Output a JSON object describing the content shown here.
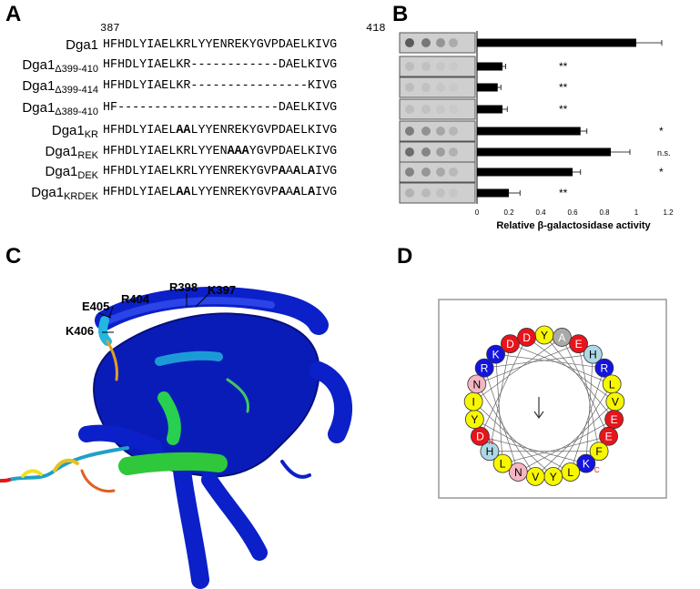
{
  "panels": {
    "a": "A",
    "b": "B",
    "c": "C",
    "d": "D"
  },
  "panelA": {
    "pos_start": "387",
    "pos_end": "418",
    "rows": [
      {
        "name": "Dga1",
        "sub": "",
        "seq": [
          [
            "HFHDLYIAELKRLYYENREKYGVPDAELKIVG",
            false
          ]
        ]
      },
      {
        "name": "Dga1",
        "sub": "Δ399-410",
        "seq": [
          [
            "HFHDLYIAELKR------------DAELKIVG",
            false
          ]
        ]
      },
      {
        "name": "Dga1",
        "sub": "Δ399-414",
        "seq": [
          [
            "HFHDLYIAELKR----------------KIVG",
            false
          ]
        ]
      },
      {
        "name": "Dga1",
        "sub": "Δ389-410",
        "seq": [
          [
            "HF----------------------DAELKIVG",
            false
          ]
        ]
      },
      {
        "name": "Dga1",
        "sub": "KR",
        "seq": [
          [
            "HFHDLYIAEL",
            false
          ],
          [
            "AA",
            true
          ],
          [
            "LYYENREKYGVPDAELKIVG",
            false
          ]
        ]
      },
      {
        "name": "Dga1",
        "sub": "REK",
        "seq": [
          [
            "HFHDLYIAELKRLYYEN",
            false
          ],
          [
            "AAA",
            true
          ],
          [
            "YGVPDAELKIVG",
            false
          ]
        ]
      },
      {
        "name": "Dga1",
        "sub": "DEK",
        "seq": [
          [
            "HFHDLYIAELKRLYYENREKYGVP",
            false
          ],
          [
            "A",
            true
          ],
          [
            "A",
            false
          ],
          [
            "A",
            true
          ],
          [
            "L",
            false
          ],
          [
            "A",
            true
          ],
          [
            "IVG",
            false
          ]
        ]
      },
      {
        "name": "Dga1",
        "sub": "KRDEK",
        "seq": [
          [
            "HFHDLYIAEL",
            false
          ],
          [
            "AA",
            true
          ],
          [
            "LYYENREKYGVP",
            false
          ],
          [
            "A",
            true
          ],
          [
            "A",
            false
          ],
          [
            "A",
            true
          ],
          [
            "L",
            false
          ],
          [
            "A",
            true
          ],
          [
            "IVG",
            false
          ]
        ]
      }
    ]
  },
  "chart_data": {
    "type": "bar",
    "orientation": "horizontal",
    "categories": [
      "Dga1",
      "Dga1Δ399-410",
      "Dga1Δ399-414",
      "Dga1Δ389-410",
      "Dga1KR",
      "Dga1REK",
      "Dga1DEK",
      "Dga1KRDEK"
    ],
    "values": [
      1.0,
      0.16,
      0.13,
      0.16,
      0.65,
      0.84,
      0.6,
      0.2
    ],
    "errors": [
      0.16,
      0.02,
      0.02,
      0.03,
      0.04,
      0.12,
      0.05,
      0.07
    ],
    "significance": [
      "",
      "**",
      "**",
      "**",
      "*",
      "n.s.",
      "*",
      "**"
    ],
    "xlabel": "Relative β-galactosidase activity",
    "xlim": [
      0,
      1.2
    ],
    "xticks": [
      "0",
      "0.2",
      "0.4",
      "0.6",
      "0.8",
      "1",
      "1.2"
    ],
    "spot_intensity": [
      1.0,
      0.15,
      0.15,
      0.15,
      0.7,
      0.85,
      0.65,
      0.25
    ]
  },
  "panelC": {
    "residue_labels": [
      "E405",
      "R404",
      "R398",
      "K397",
      "K406"
    ]
  },
  "panelD": {
    "wheel": [
      {
        "aa": "Y",
        "color": "#f7f700"
      },
      {
        "aa": "A",
        "color": "#a9a9a9"
      },
      {
        "aa": "E",
        "color": "#e8141c"
      },
      {
        "aa": "H",
        "color": "#add8e6"
      },
      {
        "aa": "R",
        "color": "#1414e0"
      },
      {
        "aa": "L",
        "color": "#f7f700"
      },
      {
        "aa": "V",
        "color": "#f7f700"
      },
      {
        "aa": "E",
        "color": "#e8141c"
      },
      {
        "aa": "E",
        "color": "#e8141c"
      },
      {
        "aa": "F",
        "color": "#f7f700"
      },
      {
        "aa": "K",
        "color": "#1414e0"
      },
      {
        "aa": "L",
        "color": "#f7f700"
      },
      {
        "aa": "Y",
        "color": "#f7f700"
      },
      {
        "aa": "V",
        "color": "#f7f700"
      },
      {
        "aa": "N",
        "color": "#f4b6c2"
      },
      {
        "aa": "L",
        "color": "#f7f700"
      },
      {
        "aa": "H",
        "color": "#add8e6"
      },
      {
        "aa": "D",
        "color": "#e8141c"
      },
      {
        "aa": "Y",
        "color": "#f7f700"
      },
      {
        "aa": "I",
        "color": "#f7f700"
      },
      {
        "aa": "N",
        "color": "#f4b6c2"
      },
      {
        "aa": "R",
        "color": "#1414e0"
      },
      {
        "aa": "K",
        "color": "#1414e0"
      },
      {
        "aa": "D",
        "color": "#e8141c"
      },
      {
        "aa": "D",
        "color": "#e8141c"
      }
    ],
    "n_label": "N",
    "c_label": "C"
  }
}
